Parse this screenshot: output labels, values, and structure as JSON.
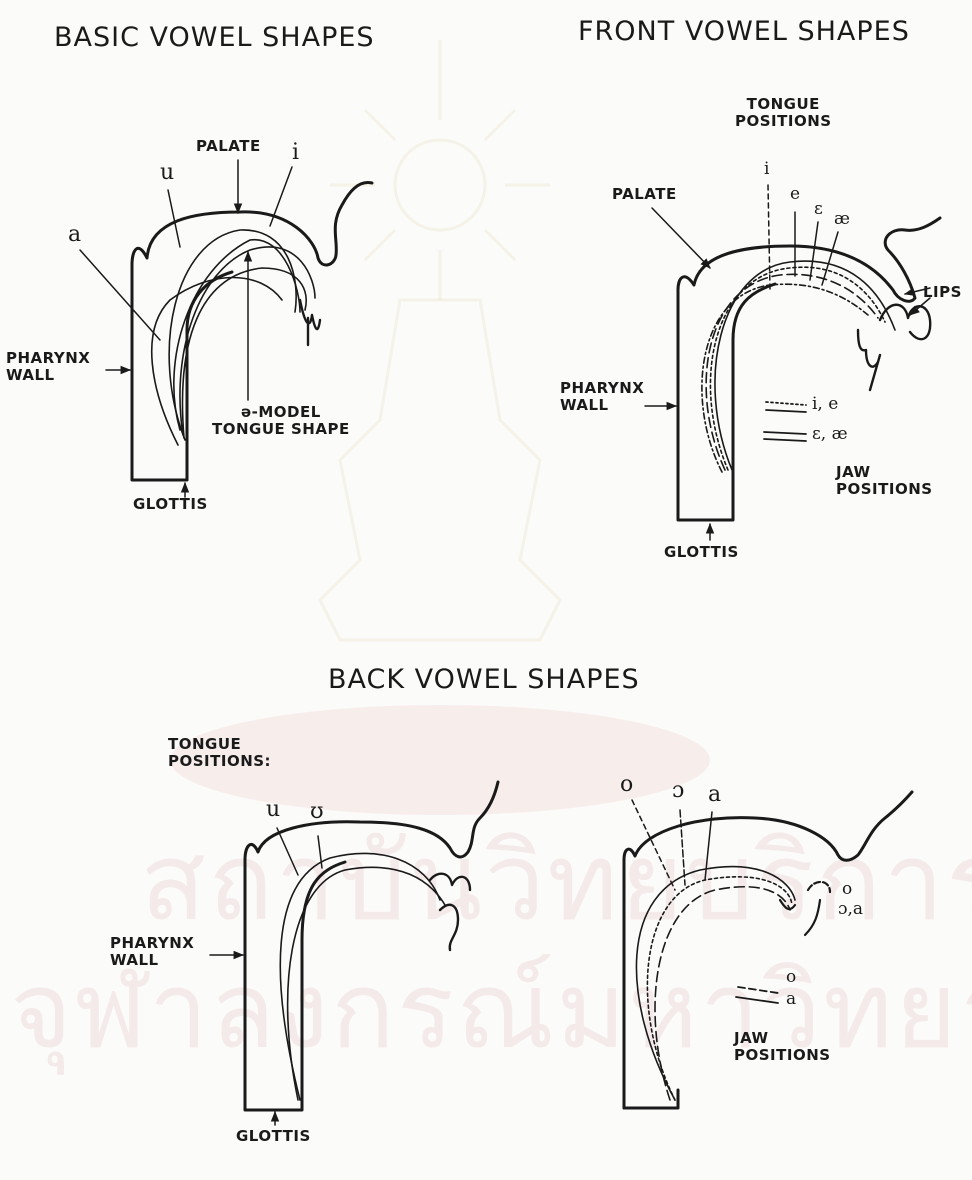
{
  "basic": {
    "title": "BASIC VOWEL SHAPES",
    "palate": "PALATE",
    "pharynx_wall": [
      "PHARYNX",
      "WALL"
    ],
    "glottis": "GLOTTIS",
    "schwa_model": [
      "ə-MODEL",
      "TONGUE SHAPE"
    ],
    "vowel_u": "u",
    "vowel_i": "i",
    "vowel_a": "a"
  },
  "front": {
    "title": "FRONT VOWEL SHAPES",
    "tongue_positions": [
      "TONGUE",
      "POSITIONS"
    ],
    "palate": "PALATE",
    "vowels": [
      "i",
      "e",
      "ɛ",
      "æ"
    ],
    "lips": "LIPS",
    "pharynx_wall": [
      "PHARYNX",
      "WALL"
    ],
    "jaw_legend_1": "i, e",
    "jaw_legend_2": "ɛ, æ",
    "jaw_positions": [
      "JAW",
      "POSITIONS"
    ],
    "glottis": "GLOTTIS"
  },
  "back": {
    "title": "BACK VOWEL SHAPES",
    "tongue_positions": [
      "TONGUE",
      "POSITIONS:"
    ],
    "vowels_left": [
      "u",
      "ʊ"
    ],
    "pharynx_wall": [
      "PHARYNX",
      "WALL"
    ],
    "glottis": "GLOTTIS",
    "vowels_right": [
      "o",
      "ɔ",
      "a"
    ],
    "lip_label_o": "o",
    "lip_label_oa": "ɔ,a",
    "jaw_legend_o": "o",
    "jaw_legend_a": "a",
    "jaw_positions": [
      "JAW",
      "POSITIONS"
    ]
  },
  "watermark": {
    "line1": "สถาบันวิทยบริการ",
    "line2": "จุฬาลงกรณ์มหาวิทยาลัย"
  }
}
